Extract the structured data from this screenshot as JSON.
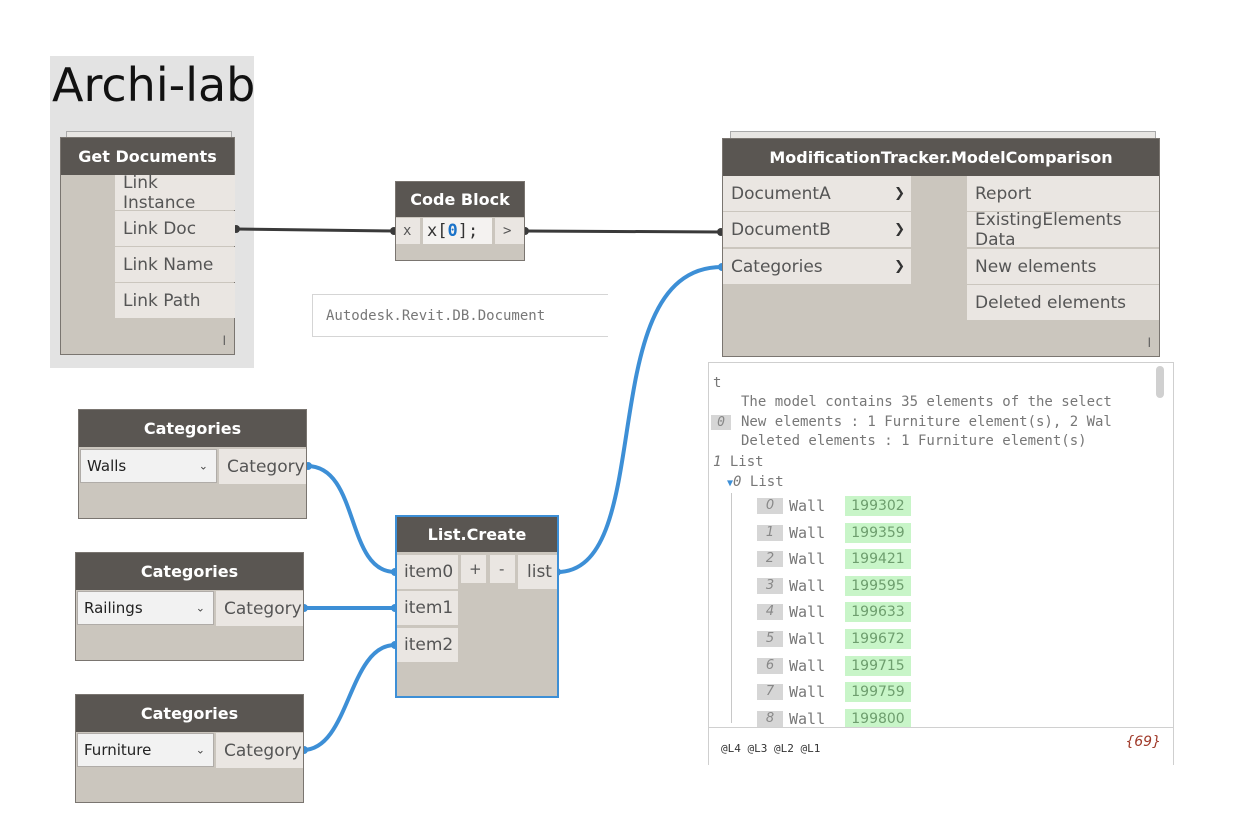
{
  "title": "Archi-lab",
  "get_documents": {
    "title": "Get Documents",
    "outputs": [
      "Link Instance",
      "Link Doc",
      "Link Name",
      "Link Path"
    ],
    "lacing": "l"
  },
  "code_block": {
    "title": "Code Block",
    "input": "x",
    "code_prefix": "x[",
    "code_index": "0",
    "code_suffix": "];",
    "output": ">",
    "preview": "Autodesk.Revit.DB.Document"
  },
  "model_comparison": {
    "title": "ModificationTracker.ModelComparison",
    "inputs": [
      "DocumentA",
      "DocumentB",
      "Categories"
    ],
    "input_arrow": "❯",
    "outputs": [
      "Report",
      "ExistingElements Data",
      "New elements",
      "Deleted elements"
    ],
    "lacing": "l"
  },
  "categories_nodes": [
    {
      "title": "Categories",
      "selected": "Walls",
      "output": "Category"
    },
    {
      "title": "Categories",
      "selected": "Railings",
      "output": "Category"
    },
    {
      "title": "Categories",
      "selected": "Furniture",
      "output": "Category"
    }
  ],
  "dropdown_chevron": "⌄",
  "list_create": {
    "title": "List.Create",
    "inputs": [
      "item0",
      "item1",
      "item2"
    ],
    "add": "+",
    "remove": "-",
    "output": "list"
  },
  "watch": {
    "root": "t",
    "report_index": "0",
    "report_lines": [
      "The model contains 35 elements of the select",
      "New elements : 1 Furniture element(s), 2 Wal",
      "Deleted elements : 1 Furniture element(s)"
    ],
    "list1_index": "1",
    "list1_label": "List",
    "list0_index": "0",
    "list0_label": "List",
    "items": [
      {
        "index": "0",
        "type": "Wall",
        "id": "199302"
      },
      {
        "index": "1",
        "type": "Wall",
        "id": "199359"
      },
      {
        "index": "2",
        "type": "Wall",
        "id": "199421"
      },
      {
        "index": "3",
        "type": "Wall",
        "id": "199595"
      },
      {
        "index": "4",
        "type": "Wall",
        "id": "199633"
      },
      {
        "index": "5",
        "type": "Wall",
        "id": "199672"
      },
      {
        "index": "6",
        "type": "Wall",
        "id": "199715"
      },
      {
        "index": "7",
        "type": "Wall",
        "id": "199759"
      },
      {
        "index": "8",
        "type": "Wall",
        "id": "199800"
      }
    ],
    "levels": [
      "@L4",
      "@L3",
      "@L2",
      "@L1"
    ],
    "count": "{69}"
  },
  "colors": {
    "header": "#5a5652",
    "node_body": "#cbc6be",
    "port": "#eae6e2",
    "wire_dark": "#3a3a3a",
    "wire_blue": "#3d8fd6",
    "selected_border": "#3d8fd6",
    "value_highlight": "#c8f5c8",
    "code_index": "#1a73c9"
  }
}
